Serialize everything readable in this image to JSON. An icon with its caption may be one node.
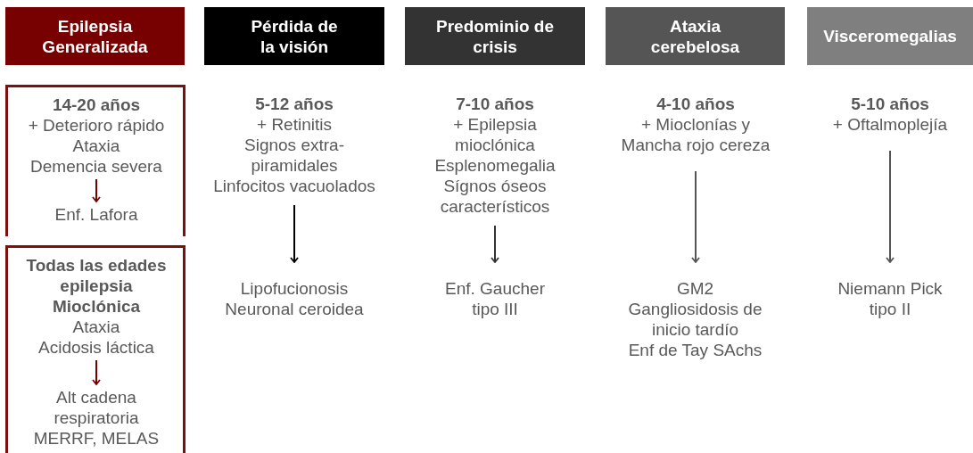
{
  "diagram": {
    "nodes": [
      {
        "text": [
          "Epilepsia Generalizada"
        ]
      },
      {
        "text": [
          "Pérdida de la visión"
        ]
      },
      {
        "text": [
          "Predominio de crisis"
        ]
      },
      {
        "text": [
          "Ataxia cerebelosa"
        ]
      },
      {
        "text": [
          "Visceromegalias"
        ]
      },
      {
        "text": [],
        "shape": "box"
      },
      {
        "text": [
          "14-20 años",
          "+ Deterioro rápido",
          "Ataxia",
          "Demencia severa"
        ],
        "in": 5
      },
      {
        "text": [
          "Enf. Lafora"
        ],
        "in": 5
      },
      {
        "text": [],
        "shape": "box"
      },
      {
        "text": [
          "Todas las edades epilepsia Mioclónica",
          "Ataxia",
          "Acidosis láctica"
        ],
        "in": 8
      },
      {
        "text": [
          "Alt cadena respiratoria",
          "MERRF, MELAS"
        ],
        "in": 8
      },
      {
        "text": [
          "5-12 años",
          "+ Retinitis",
          "Signos extra- piramidales",
          "Linfocitos vacuolados"
        ]
      },
      {
        "text": [
          "Lipofucionosis Neuronal ceroidea"
        ]
      },
      {
        "text": [
          "7-10 años",
          "+ Epilepsia mioclónica",
          "Esplenomegalia",
          "Sígnos óseos característicos"
        ]
      },
      {
        "text": [
          "Enf. Gaucher tipo III"
        ]
      },
      {
        "text": [
          "4-10 años",
          "+ Mioclonías y Mancha rojo cereza"
        ]
      },
      {
        "text": [
          "GM2",
          "Gangliosidosis de inicio tardío",
          "Enf de Tay SAchs"
        ]
      },
      {
        "text": [
          "5-10 años",
          "+ Oftalmoplejía"
        ]
      },
      {
        "text": [
          "Niemann Pick tipo II"
        ]
      }
    ],
    "edges": [
      {
        "from": 6,
        "to": 7,
        "arrow": "to",
        "color": "#770000"
      },
      {
        "from": 9,
        "to": 10,
        "arrow": "to",
        "color": "#770000"
      },
      {
        "from": 11,
        "to": 12,
        "arrow": "to",
        "color": "#000000"
      },
      {
        "from": 13,
        "to": 14,
        "arrow": "to",
        "color": "#333333"
      },
      {
        "from": 15,
        "to": 16,
        "arrow": "to",
        "color": "#555555"
      },
      {
        "from": 17,
        "to": 18,
        "arrow": "to",
        "color": "#555555"
      }
    ]
  }
}
